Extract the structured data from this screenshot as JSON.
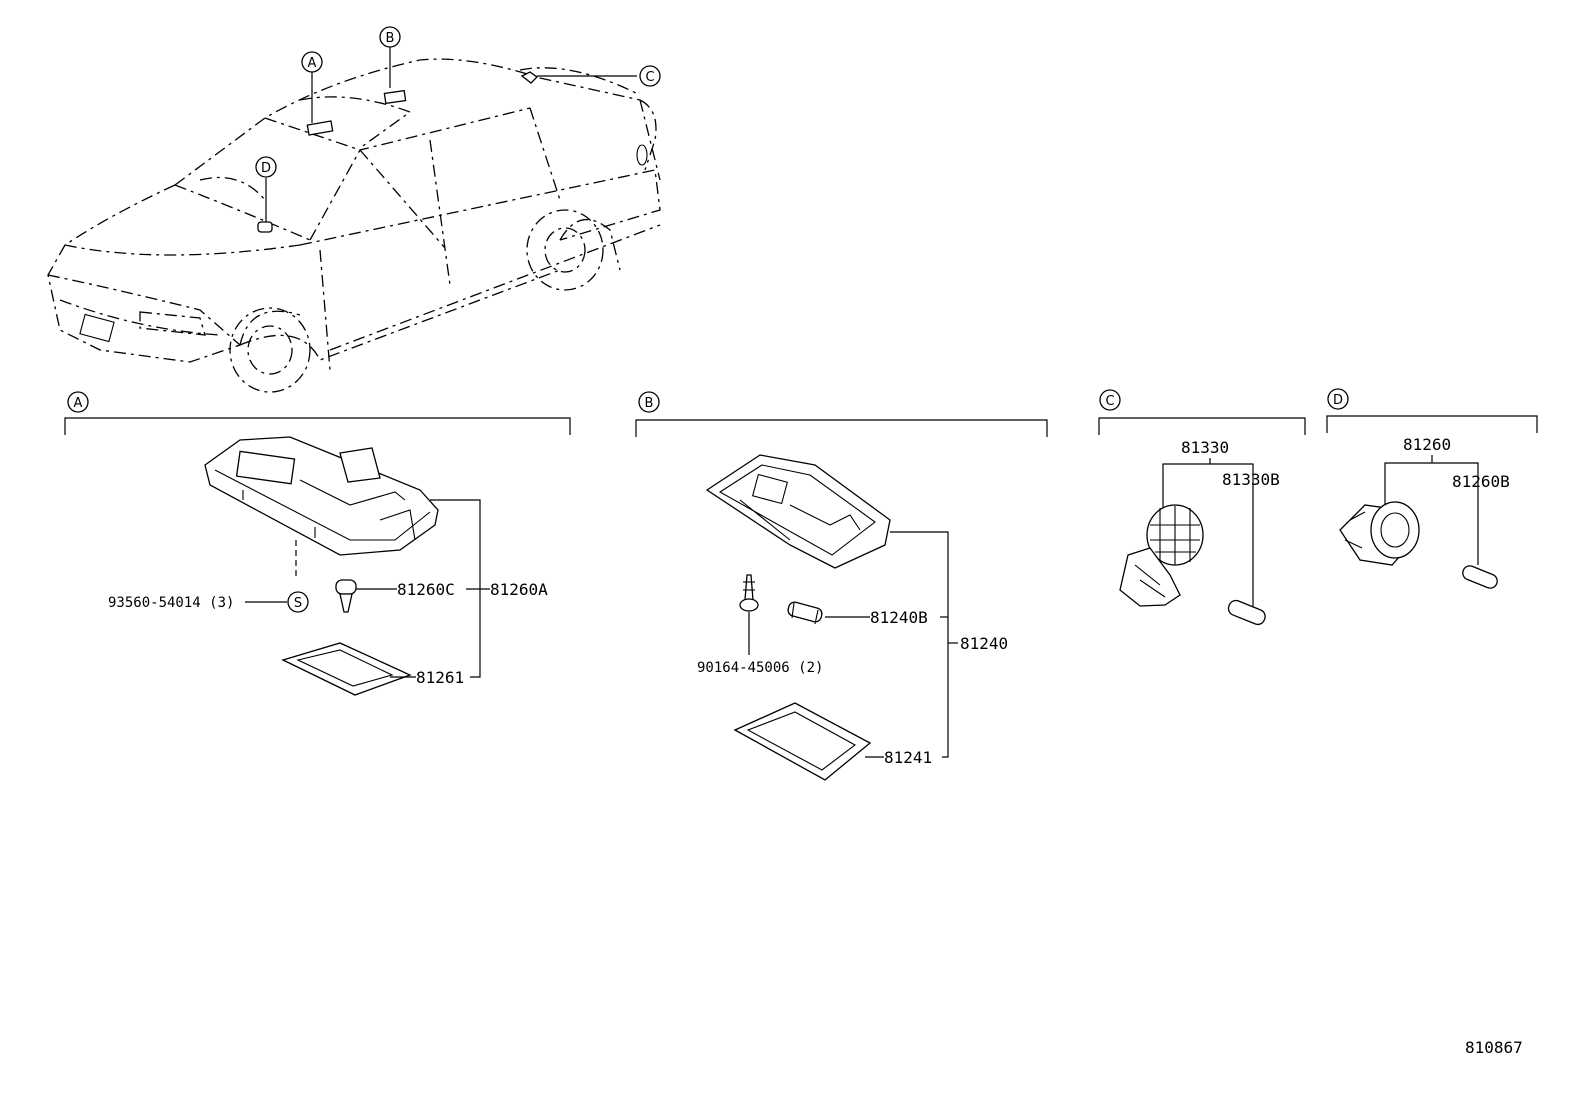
{
  "car_callouts": {
    "a": "A",
    "b": "B",
    "c": "C",
    "d": "D"
  },
  "section_a": {
    "tag": "A",
    "clip_part": "93560-54014 (3)",
    "clip_symbol": "S",
    "bulb_part": "81260C",
    "assy_part": "81260A",
    "lens_part": "81261"
  },
  "section_b": {
    "tag": "B",
    "screw_part": "90164-45006 (2)",
    "bulb_part": "81240B",
    "assy_part": "81240",
    "lens_part": "81241"
  },
  "section_c": {
    "tag": "C",
    "assy_part": "81330",
    "bulb_part": "81330B"
  },
  "section_d": {
    "tag": "D",
    "assy_part": "81260",
    "bulb_part": "81260B"
  },
  "diagram_id": "810867"
}
